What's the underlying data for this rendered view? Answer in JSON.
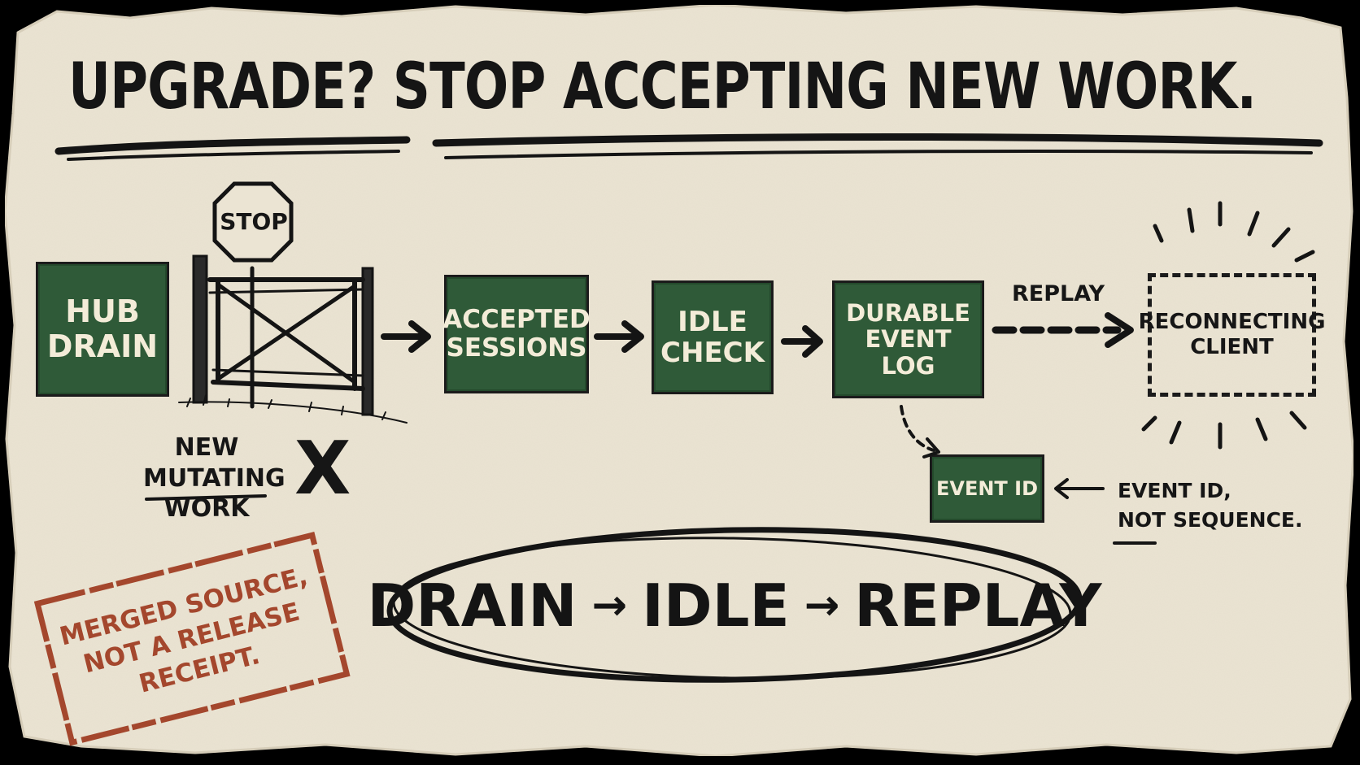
{
  "title": "UPGRADE? STOP ACCEPTING NEW WORK.",
  "stop_sign": "STOP",
  "hub_drain": [
    "HUB",
    "DRAIN"
  ],
  "accepted_sessions": [
    "ACCEPTED",
    "SESSIONS"
  ],
  "idle_check": [
    "IDLE",
    "CHECK"
  ],
  "durable_event_log": [
    "DURABLE",
    "EVENT LOG"
  ],
  "replay_label": "REPLAY",
  "reconnecting_client": [
    "RECONNECTING",
    "CLIENT"
  ],
  "event_id_box": "EVENT ID",
  "event_id_note": {
    "line1": "EVENT ID,",
    "not": "NOT",
    "rest": "SEQUENCE."
  },
  "new_work": [
    "NEW",
    "MUTATING",
    "WORK"
  ],
  "x_mark": "X",
  "stamp": [
    "MERGED SOURCE,",
    "NOT A RELEASE",
    "RECEIPT."
  ],
  "summary": {
    "step1": "DRAIN",
    "arrow": "→",
    "step2": "IDLE",
    "step3": "REPLAY"
  },
  "colors": {
    "paper": "#ebe4d3",
    "box_green": "#2f5a38",
    "box_text": "#f3ecd8",
    "ink": "#161616",
    "stamp_red": "#a4472d"
  }
}
